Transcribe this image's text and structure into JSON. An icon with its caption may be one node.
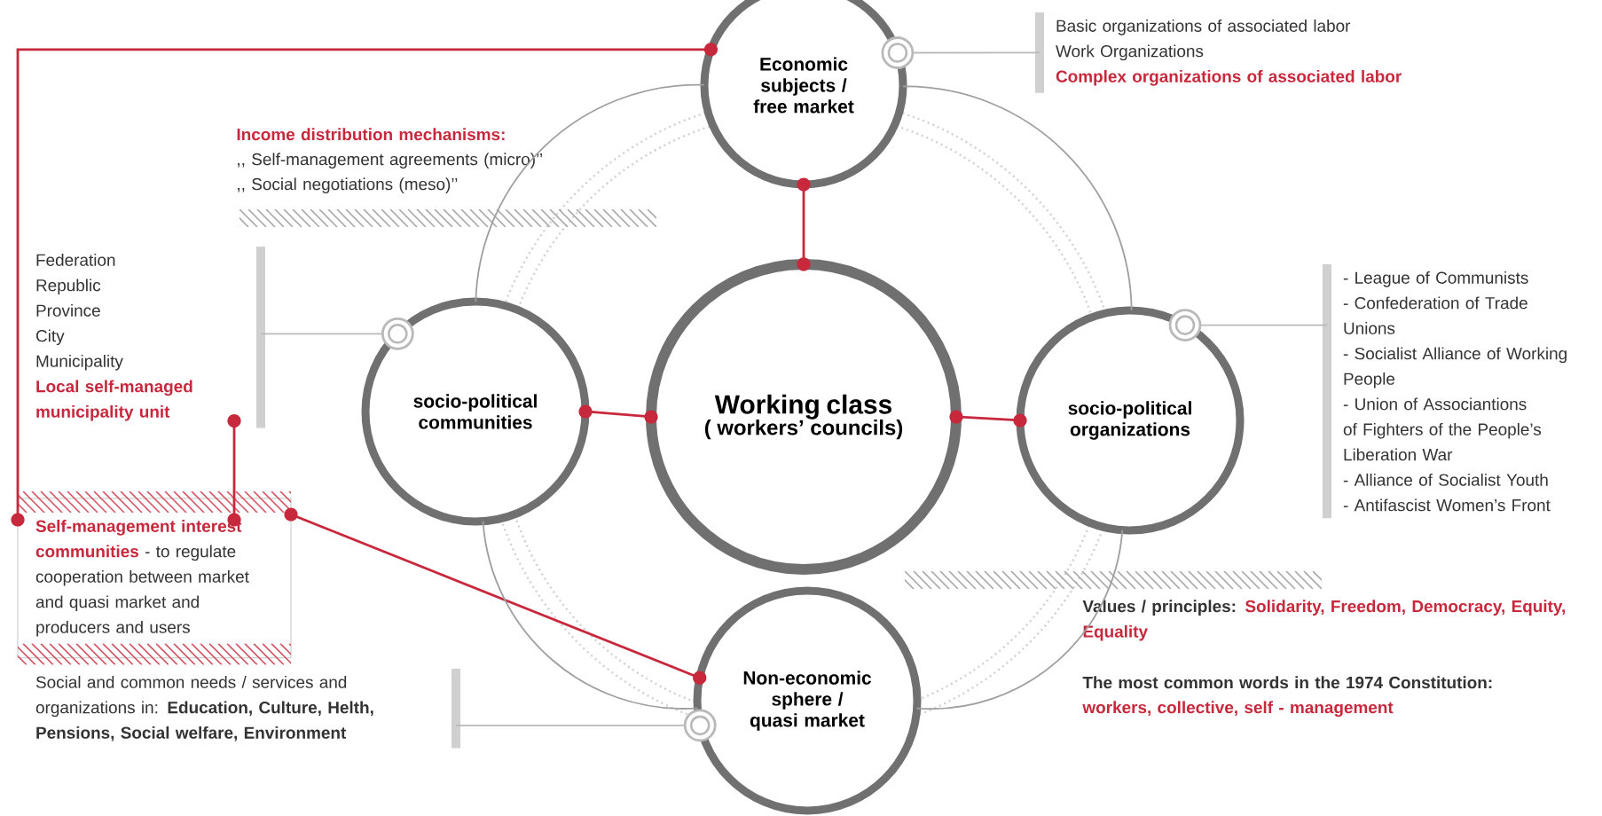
{
  "diagram": {
    "nodes": [
      {
        "text": [
          "Economic subjects / free market"
        ]
      },
      {
        "text": [
          "socio-political communities"
        ]
      },
      {
        "text": [
          "Working class",
          "( workers’ councils)"
        ]
      },
      {
        "text": [
          "socio-political organizations"
        ]
      },
      {
        "text": [
          "Non-economic sphere / quasi market"
        ]
      },
      {
        "text": [
          "Basic organizations of associated labor",
          "Work Organizations",
          "Complex organizations of associated labor"
        ]
      },
      {
        "text": [
          "Federation",
          "Republic",
          "Province",
          "City",
          "Municipality",
          "Local self-managed municipality unit"
        ]
      },
      {
        "text": [
          "- League of Communists",
          "- Confederation of Trade Unions",
          "- Socialist Alliance of Working People",
          "- Union of Associantions of Fighters of the People’s Liberation War",
          "- Alliance of Socialist Youth",
          "- Antifascist Women’s Front"
        ]
      },
      {
        "text": [
          "**Self-management interest communities** - to regulate cooperation between market and quasi market and producers and users"
        ]
      },
      {
        "text": [
          "Social and common needs / services and organizations in: **Education, Culture, Helth, Pensions, Social welfare, Environment**"
        ]
      }
    ],
    "edges": [
      {
        "from": 0,
        "to": 2,
        "arrow": "other",
        "color": "#c8283c"
      },
      {
        "from": 1,
        "to": 2,
        "arrow": "other",
        "color": "#c8283c"
      },
      {
        "from": 2,
        "to": 3,
        "arrow": "other",
        "color": "#c8283c"
      },
      {
        "from": 0,
        "to": 8,
        "arrow": "other",
        "color": "#c8283c"
      },
      {
        "from": 6,
        "to": 8,
        "arrow": "other",
        "color": "#c8283c"
      },
      {
        "from": 8,
        "to": 4,
        "arrow": "other",
        "color": "#c8283c"
      },
      {
        "from": 5,
        "to": 0,
        "arrow": "other",
        "color": "#b9b9b9"
      },
      {
        "from": 6,
        "to": 1,
        "arrow": "other",
        "color": "#b9b9b9"
      },
      {
        "from": 7,
        "to": 3,
        "arrow": "other",
        "color": "#b9b9b9"
      },
      {
        "from": 9,
        "to": 4,
        "arrow": "other",
        "color": "#b9b9b9"
      },
      {
        "from": 0,
        "to": 1,
        "arrow": "none",
        "color": "#9f9f9f"
      },
      {
        "from": 0,
        "to": 3,
        "arrow": "none",
        "color": "#9f9f9f"
      },
      {
        "from": 1,
        "to": 4,
        "arrow": "none",
        "color": "#9f9f9f"
      },
      {
        "from": 3,
        "to": 4,
        "arrow": "none",
        "color": "#9f9f9f"
      }
    ],
    "labels": [
      "Income distribution mechanisms:",
      ",, Self-management agreements (micro)’’",
      ",, Social negotiations (meso)’’",
      "Values / principles: **Solidarity, Freedom, Democracy, Equity, Equality**",
      "The most common words in the 1974 Constitution:",
      "workers, collective, self - management"
    ]
  }
}
